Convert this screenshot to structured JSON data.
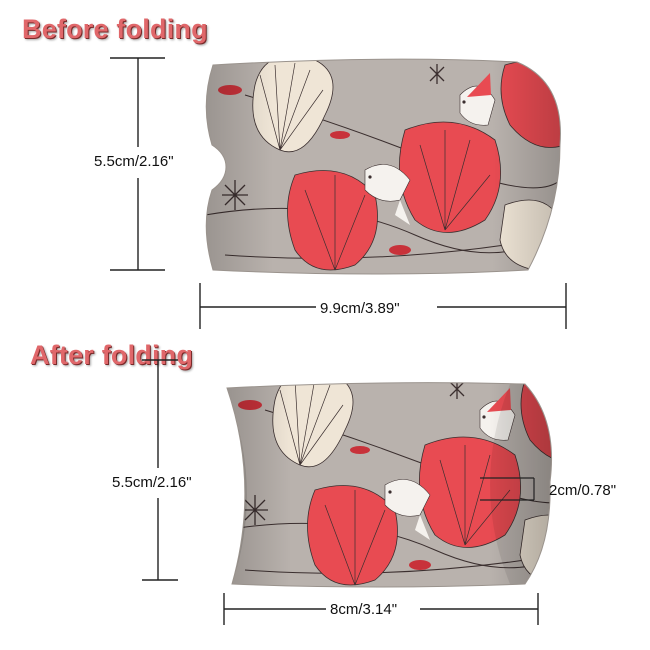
{
  "colors": {
    "accent": "#e0676a",
    "box_background": "#b9b2ad",
    "petal_red": "#e84b52",
    "petal_cream": "#efe5d6",
    "bird": "#f5f2ee",
    "line": "#3b2f2f"
  },
  "sections": {
    "before": {
      "title": "Before folding",
      "height_label": "5.5cm/2.16\"",
      "width_label": "9.9cm/3.89\""
    },
    "after": {
      "title": "After  folding",
      "height_label": "5.5cm/2.16\"",
      "width_label": "8cm/3.14\"",
      "gusset_label": "2cm/0.78\""
    }
  }
}
